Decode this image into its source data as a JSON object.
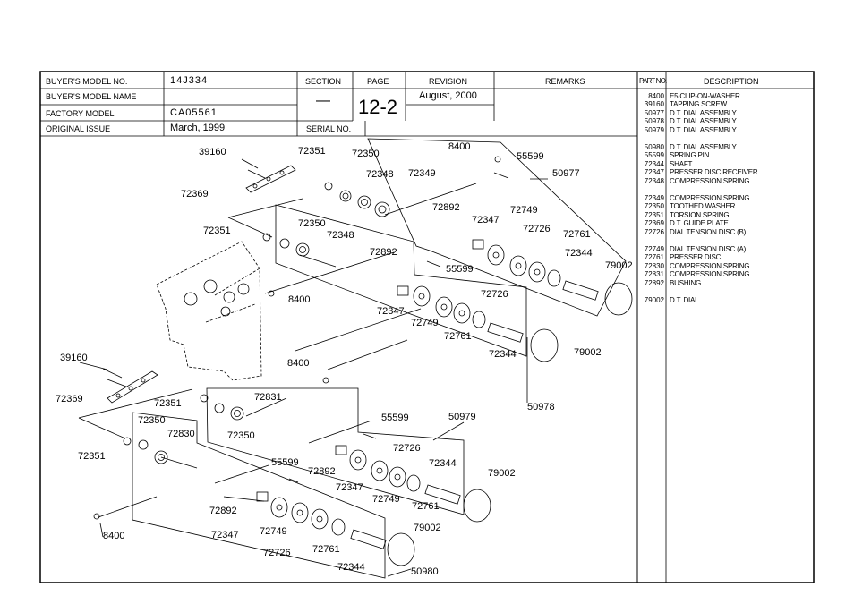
{
  "header": {
    "buyers_model_no_label": "BUYER'S MODEL NO.",
    "buyers_model_no": "14J334",
    "buyers_model_name_label": "BUYER'S MODEL NAME",
    "buyers_model_name": "",
    "factory_model_label": "FACTORY MODEL",
    "factory_model": "CA05561",
    "original_issue_label": "ORIGINAL ISSUE",
    "original_issue": "March, 1999",
    "section_label": "SECTION",
    "section": "—",
    "page_label": "PAGE",
    "page": "12-2",
    "revision_label": "REVISION",
    "revision": "August, 2000",
    "remarks_label": "REMARKS",
    "serial_no_label": "SERIAL NO.",
    "part_no_label": "PART NO.",
    "description_label": "DESCRIPTION"
  },
  "parts": [
    {
      "no": "8400",
      "desc": "E5 CLIP-ON-WASHER"
    },
    {
      "no": "39160",
      "desc": "TAPPING SCREW"
    },
    {
      "no": "50977",
      "desc": "D.T. DIAL ASSEMBLY"
    },
    {
      "no": "50978",
      "desc": "D.T. DIAL ASSEMBLY"
    },
    {
      "no": "50979",
      "desc": "D.T. DIAL ASSEMBLY"
    },
    {
      "no": "50980",
      "desc": "D.T. DIAL ASSEMBLY"
    },
    {
      "no": "55599",
      "desc": "SPRING PIN"
    },
    {
      "no": "72344",
      "desc": "SHAFT"
    },
    {
      "no": "72347",
      "desc": "PRESSER DISC RECEIVER"
    },
    {
      "no": "72348",
      "desc": "COMPRESSION SPRING"
    },
    {
      "no": "72349",
      "desc": "COMPRESSION SPRING"
    },
    {
      "no": "72350",
      "desc": "TOOTHED WASHER"
    },
    {
      "no": "72351",
      "desc": "TORSION SPRING"
    },
    {
      "no": "72369",
      "desc": "D.T. GUIDE PLATE"
    },
    {
      "no": "72726",
      "desc": "DIAL TENSION DISC (B)"
    },
    {
      "no": "72749",
      "desc": "DIAL TENSION DISC (A)"
    },
    {
      "no": "72761",
      "desc": "PRESSER DISC"
    },
    {
      "no": "72830",
      "desc": "COMPRESSION SPRING"
    },
    {
      "no": "72831",
      "desc": "COMPRESSION SPRING"
    },
    {
      "no": "72892",
      "desc": "BUSHING"
    },
    {
      "no": "79002",
      "desc": "D.T. DIAL"
    }
  ],
  "callouts": {
    "c1": "39160",
    "c2": "72351",
    "c3": "72350",
    "c4": "8400",
    "c5": "55599",
    "c6": "72369",
    "c7": "72348",
    "c8": "72349",
    "c9": "50977",
    "c10": "72892",
    "c11": "72347",
    "c12": "72749",
    "c13": "72351",
    "c14": "72350",
    "c15": "72348",
    "c16": "72726",
    "c17": "72761",
    "c18": "72344",
    "c19": "79002",
    "c20": "72892",
    "c21": "55599",
    "c22": "8400",
    "c23": "72726",
    "c24": "72347",
    "c25": "72749",
    "c26": "72761",
    "c27": "72344",
    "c28": "79002",
    "c29": "50978",
    "c30": "39160",
    "c31": "8400",
    "c32": "72831",
    "c33": "72369",
    "c34": "72351",
    "c35": "72350",
    "c36": "72350",
    "c37": "55599",
    "c38": "50979",
    "c39": "72830",
    "c40": "72351",
    "c41": "72726",
    "c42": "55599",
    "c43": "72892",
    "c44": "72344",
    "c45": "72347",
    "c46": "79002",
    "c47": "72749",
    "c48": "72761",
    "c49": "72892",
    "c50": "72749",
    "c51": "72347",
    "c52": "79002",
    "c53": "8400",
    "c54": "72761",
    "c55": "72726",
    "c56": "72344",
    "c57": "50980"
  }
}
